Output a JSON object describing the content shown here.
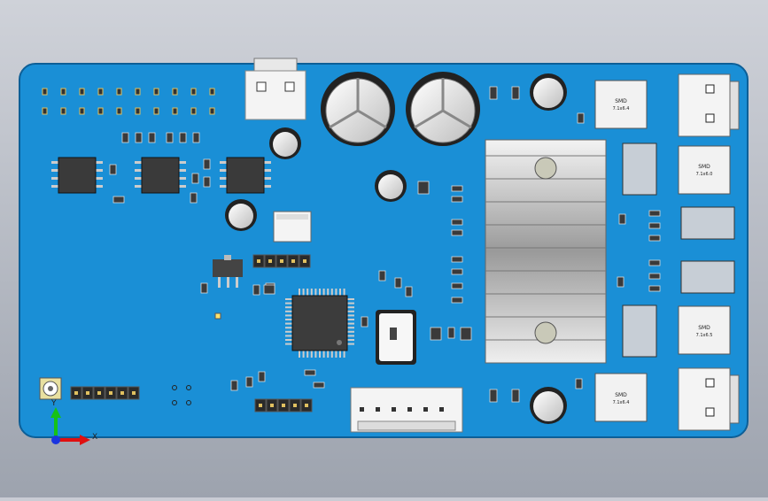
{
  "components": {
    "smd_inductor_label": "SMD",
    "smd_value_a": "7.1x6.4",
    "smd_value_b": "7.1x6.0",
    "smd_value_c": "7.1x6.5"
  },
  "axes": {
    "x_label": "X",
    "y_label": "Y"
  },
  "colors": {
    "board": "#1a8fd6",
    "background": "#b8bcc6",
    "ic_body": "#3c3c3c",
    "pin": "#c8c8c8"
  }
}
